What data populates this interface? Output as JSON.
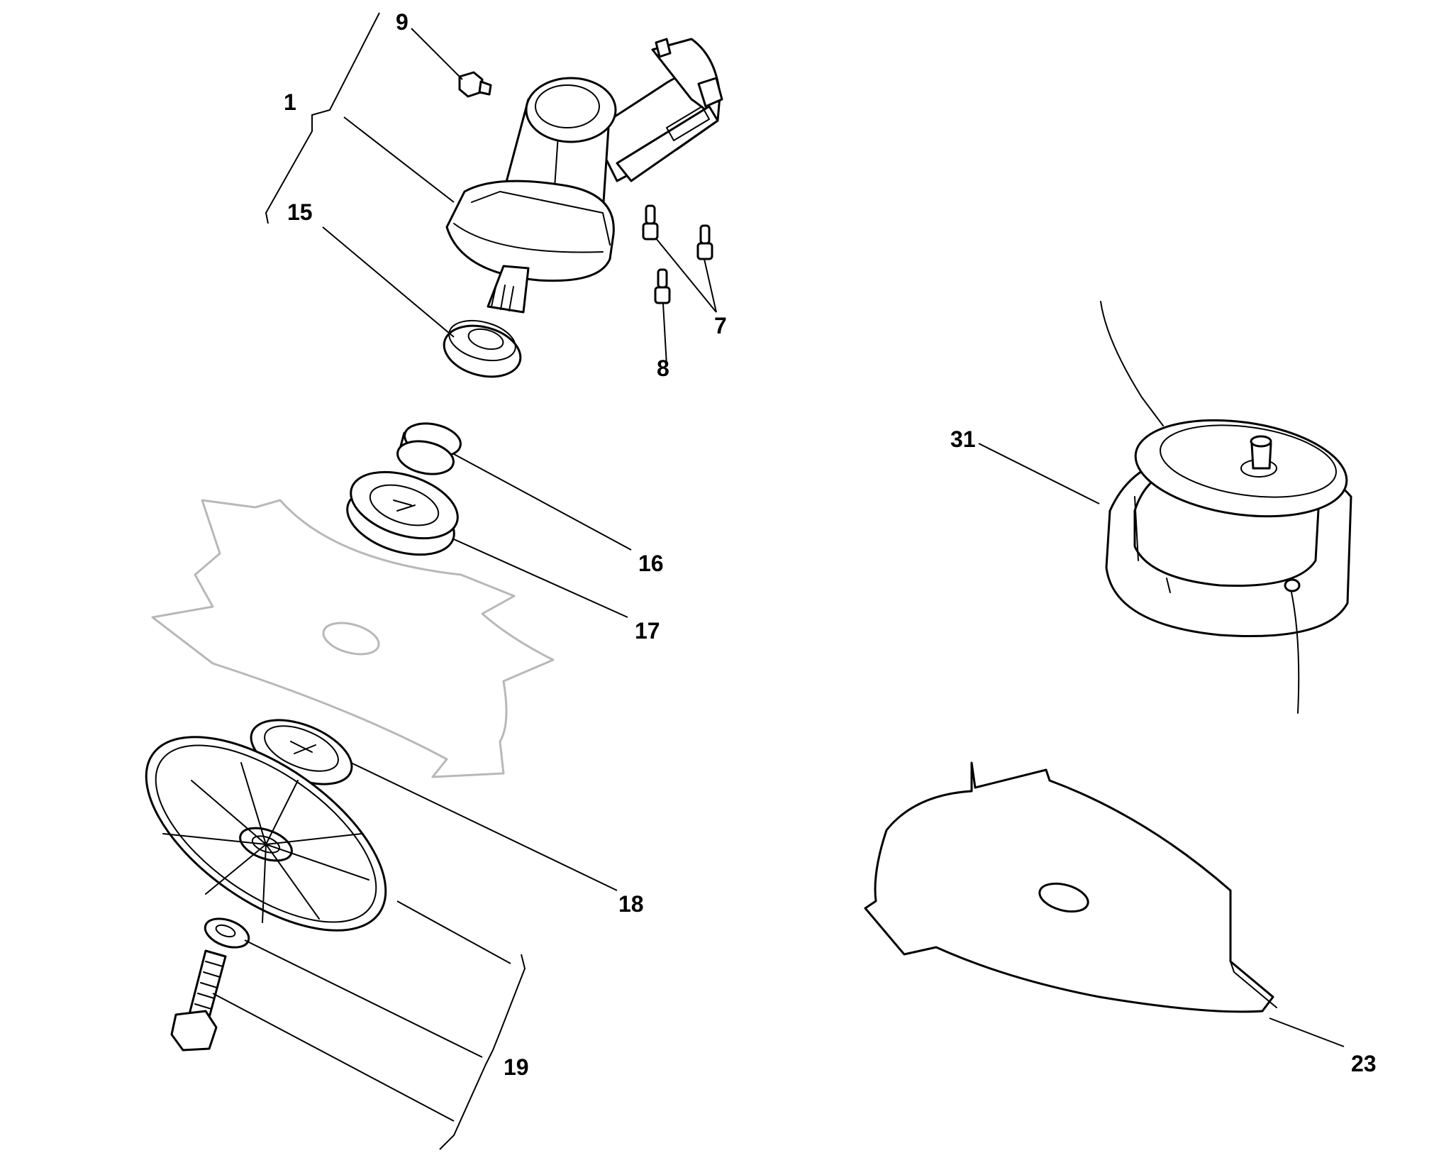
{
  "labels": {
    "p1": "1",
    "p7": "7",
    "p8": "8",
    "p9": "9",
    "p15": "15",
    "p16": "16",
    "p17": "17",
    "p18": "18",
    "p19": "19",
    "p23": "23",
    "p31": "31"
  },
  "colors": {
    "line": "#000000",
    "ghost_part": "#b8b8b8",
    "background": "#ffffff"
  }
}
